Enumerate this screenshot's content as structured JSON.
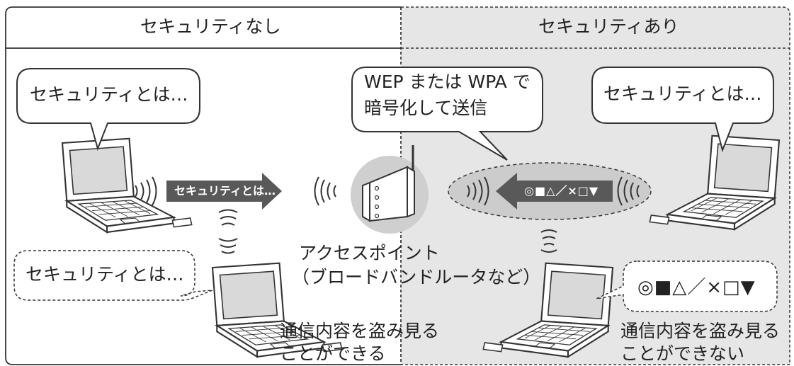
{
  "panels": {
    "left_title": "セキュリティなし",
    "right_title": "セキュリティあり"
  },
  "bubbles": {
    "left_speech": "セキュリティとは…",
    "left_eavesdrop": "セキュリティとは…",
    "right_speech": "セキュリティとは…",
    "right_eavesdrop": "◎■△／×□▼",
    "encrypt_line1": "WEP または WPA で",
    "encrypt_line2": "暗号化して送信"
  },
  "arrows": {
    "left_label": "セキュリティとは…",
    "right_label": "◎■△／×□▼"
  },
  "access_point": {
    "line1": "アクセスポイント",
    "line2": "（ブロードバンドルータなど）"
  },
  "captions": {
    "left_line1": "通信内容を盗み見る",
    "left_line2": "ことができる",
    "right_line1": "通信内容を盗み見る",
    "right_line2": "ことができない"
  },
  "colors": {
    "right_panel_bg": "#e6e6e6",
    "arrow": "#595959",
    "ap_circle": "#cfcfcf",
    "oval": "#cccccc",
    "stroke": "#333333"
  }
}
